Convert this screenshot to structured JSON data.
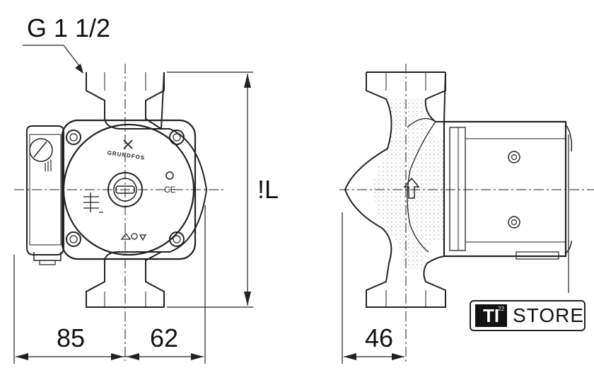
{
  "thread_label": "G 1 1/2",
  "height_label": "!L",
  "dim_left": "85",
  "dim_middle": "62",
  "dim_side": "46",
  "brand_text": "GRUNDFOS",
  "ce_mark": "CE",
  "store": {
    "logo": "TI",
    "logo_sup": "22",
    "name": "STORE"
  }
}
